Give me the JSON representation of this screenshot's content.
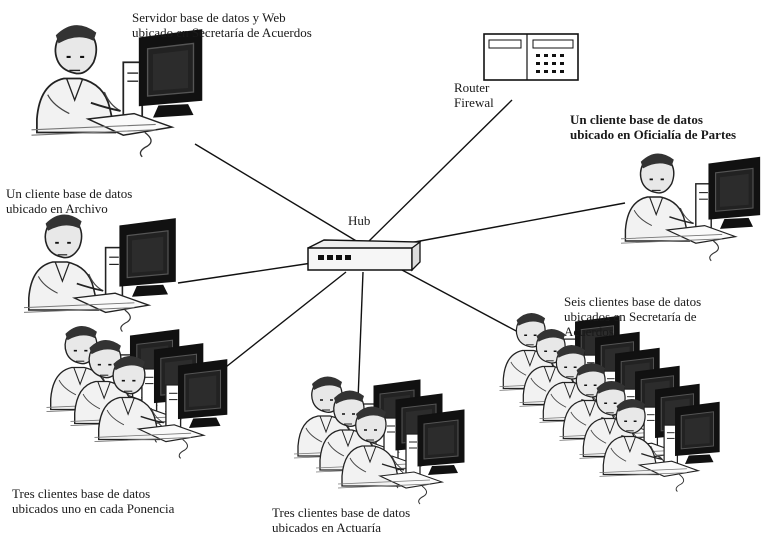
{
  "labels": {
    "server": [
      "Servidor base de datos y Web",
      "ubicado en Secretaría  de Acuerdos"
    ],
    "router": [
      "Router",
      "Firewal"
    ],
    "oficialia": [
      "Un cliente base de datos",
      "ubicado en Oficialía de Partes"
    ],
    "archivo": [
      "Un cliente base de datos",
      "ubicado  en Archivo"
    ],
    "hub": "Hub",
    "secretaria6": [
      "Seis clientes base de datos",
      "ubicados  en Secretaría de",
      "Acuerdos"
    ],
    "ponencia": [
      "Tres clientes base de datos",
      "ubicados uno en cada  Ponencia"
    ],
    "actuaria": [
      "Tres clientes base de datos",
      "ubicados  en Actuaría"
    ]
  }
}
